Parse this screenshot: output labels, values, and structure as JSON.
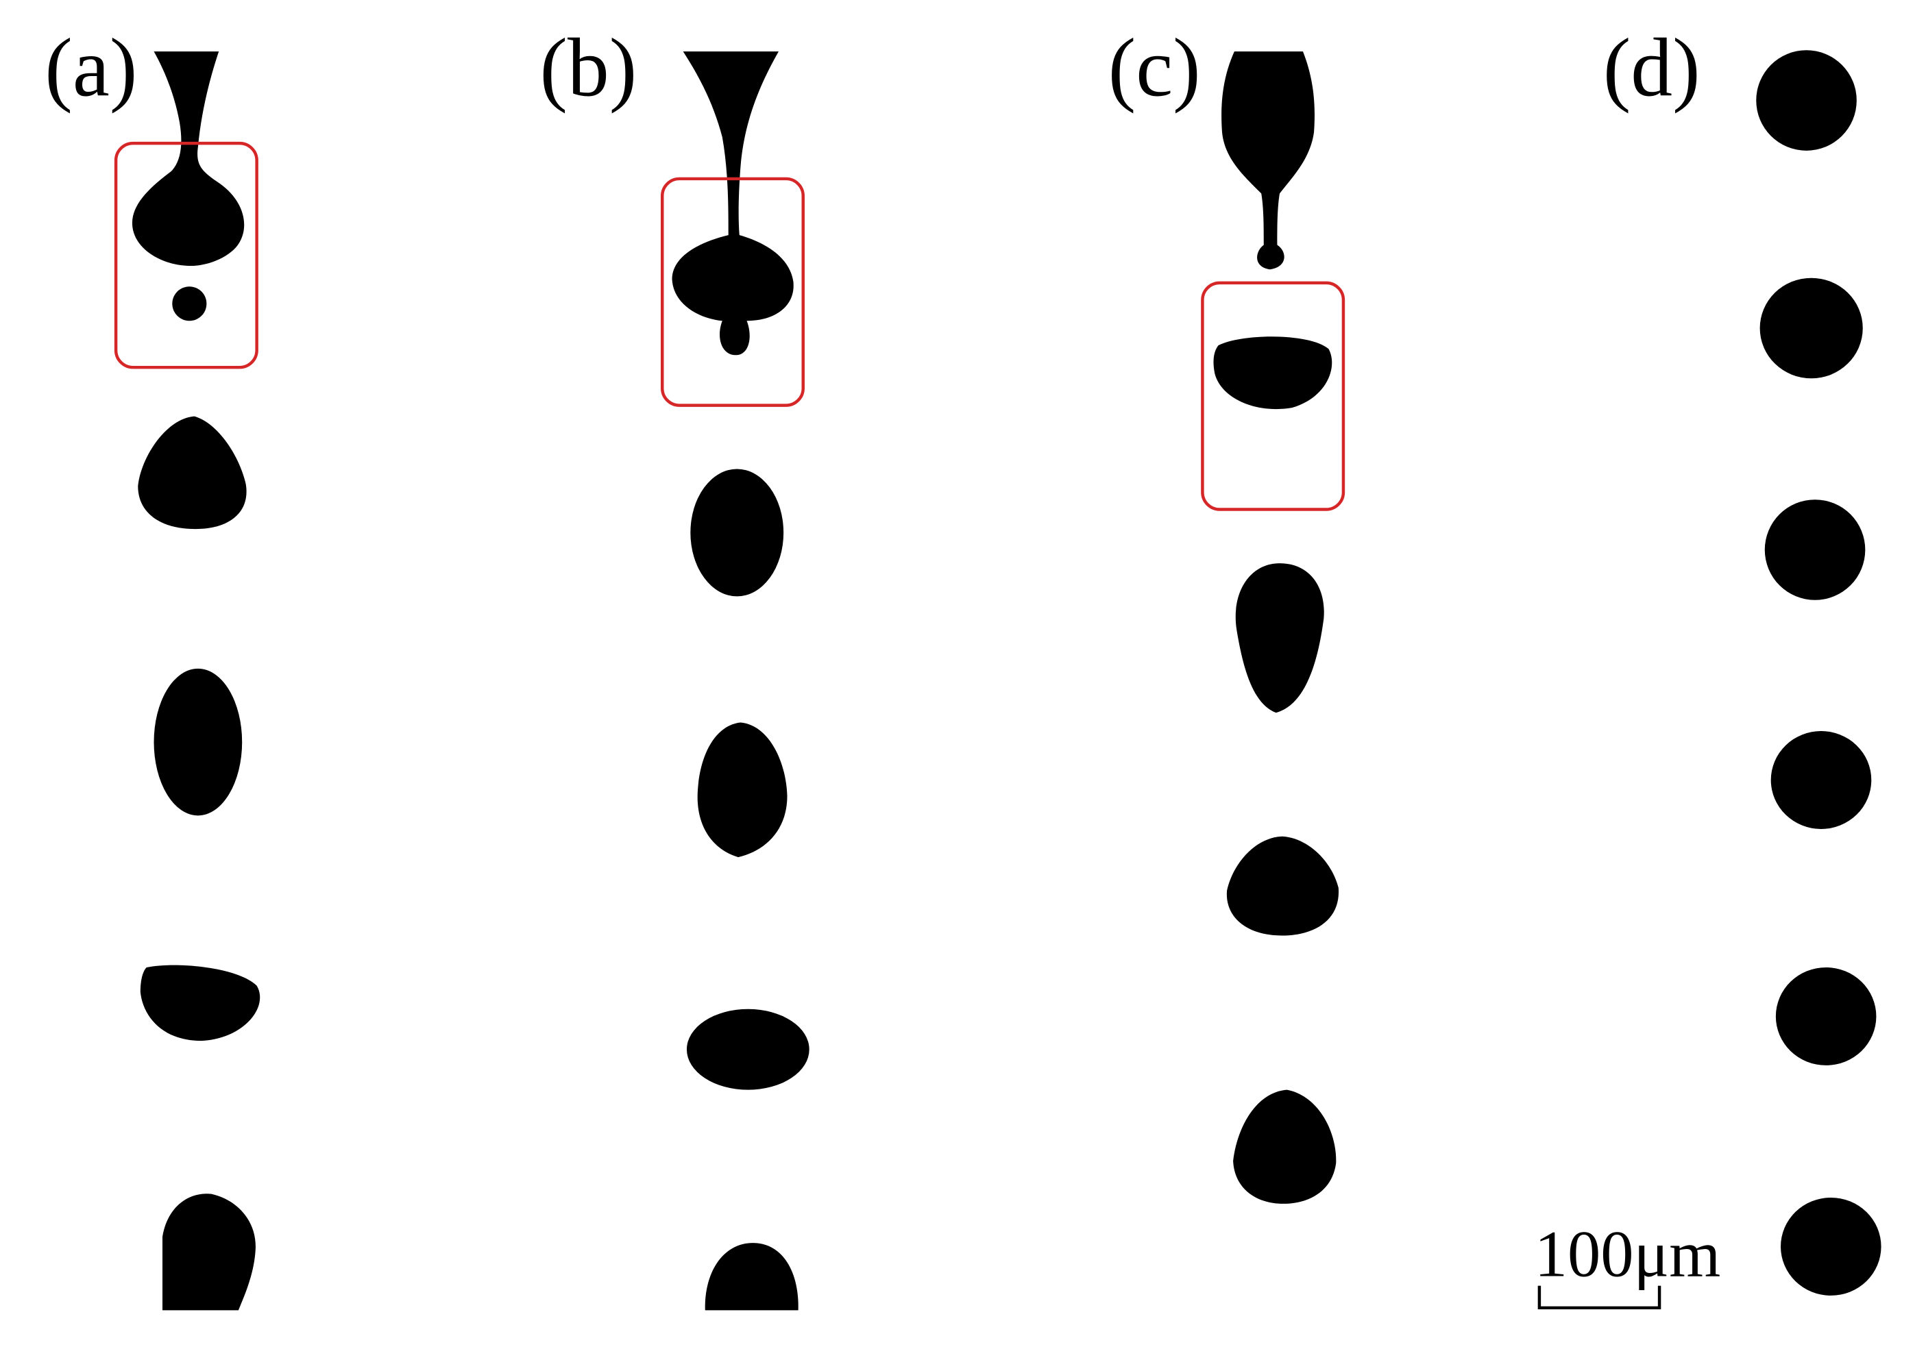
{
  "figure": {
    "colors": {
      "background": "#ffffff",
      "droplet": "#000000",
      "highlight_box": "#d62728",
      "scale_bar": "#000000"
    },
    "panels": [
      {
        "id": "a",
        "label": "(a)"
      },
      {
        "id": "b",
        "label": "(b)"
      },
      {
        "id": "c",
        "label": "(c)"
      },
      {
        "id": "d",
        "label": "(d)"
      }
    ],
    "scale_bar": {
      "label": "100μm"
    }
  }
}
